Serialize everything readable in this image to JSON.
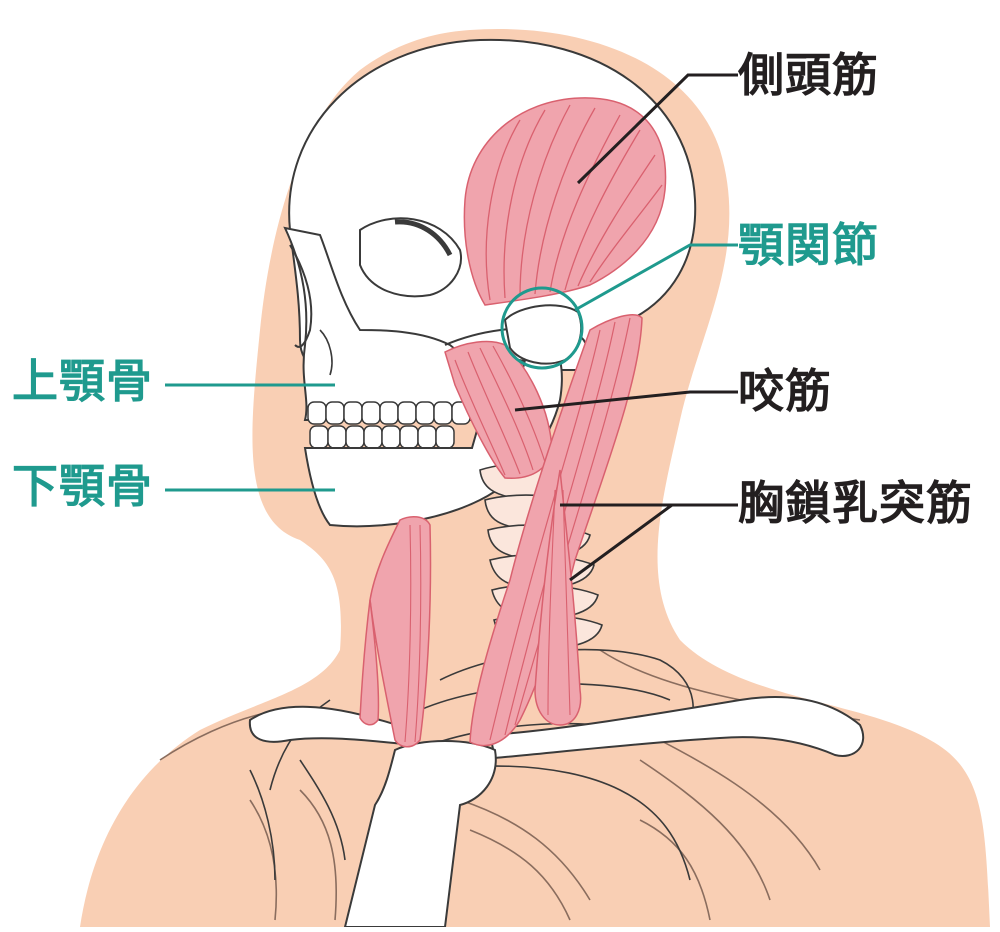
{
  "labels": {
    "temporalis": "側頭筋",
    "tmj": "顎関節",
    "masseter": "咬筋",
    "scm": "胸鎖乳突筋",
    "maxilla": "上顎骨",
    "mandible": "下顎骨"
  },
  "colors": {
    "muscle": "#f0a4ad",
    "muscle_line": "#d9616f",
    "skin": "#f9cfb4",
    "bone": "#ffffff",
    "outline": "#3a3a3a",
    "teal": "#1f9a8e",
    "dark_text": "#231f20"
  }
}
